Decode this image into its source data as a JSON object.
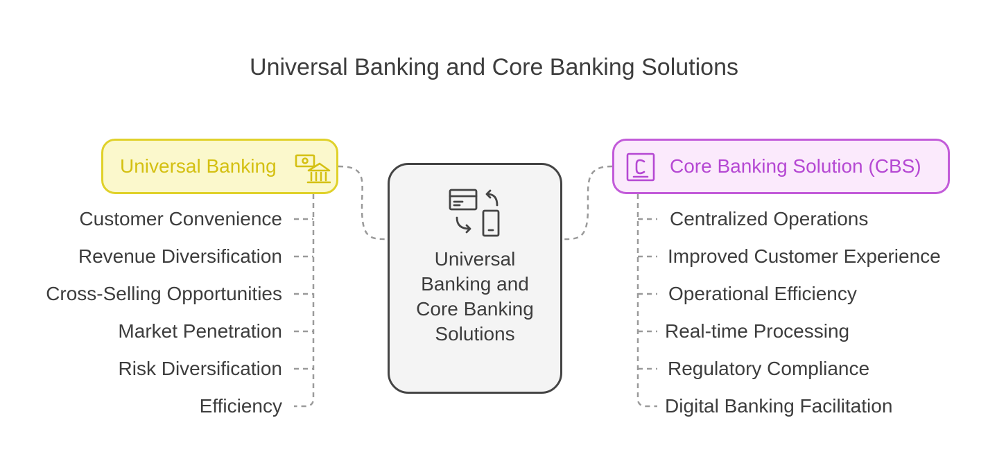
{
  "title": "Universal Banking and Core Banking Solutions",
  "center": {
    "label": "Universal Banking and Core Banking Solutions",
    "icon": "card-phone-exchange-icon"
  },
  "left_branch": {
    "label": "Universal Banking",
    "icon": "money-bank-icon",
    "color": "#e0d12a",
    "items": [
      "Customer Convenience",
      "Revenue Diversification",
      "Cross-Selling Opportunities",
      "Market Penetration",
      "Risk Diversification",
      "Efficiency"
    ]
  },
  "right_branch": {
    "label": "Core Banking Solution (CBS)",
    "icon": "letter-c-icon",
    "color": "#c25bd9",
    "items": [
      "Centralized Operations",
      "Improved Customer Experience",
      "Operational Efficiency",
      "Real-time Processing",
      "Regulatory Compliance",
      "Digital Banking Facilitation"
    ]
  }
}
